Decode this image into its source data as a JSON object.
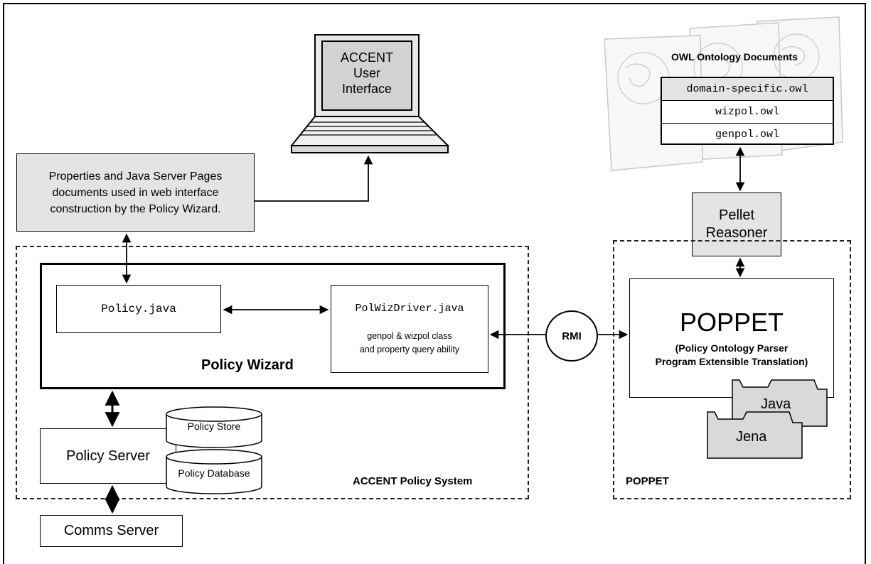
{
  "laptop": {
    "line1": "ACCENT",
    "line2": "User",
    "line3": "Interface"
  },
  "properties_box": {
    "line1": "Properties and Java Server Pages",
    "line2": "documents used in web interface",
    "line3": "construction by the Policy Wizard."
  },
  "owl": {
    "title": "OWL Ontology Documents",
    "files": [
      "domain-specific.owl",
      "wizpol.owl",
      "genpol.owl"
    ]
  },
  "pellet": {
    "line1": "Pellet",
    "line2": "Reasoner"
  },
  "policy_wizard": {
    "title": "Policy Wizard",
    "policy_java": "Policy.java",
    "driver_title": "PolWizDriver.java",
    "driver_line1": "genpol & wizpol class",
    "driver_line2": "and property query ability"
  },
  "rmi": "RMI",
  "poppet_main": {
    "title": "POPPET",
    "line1": "(Policy Ontology Parser",
    "line2": "Program Extensible Translation)",
    "folder_java": "Java",
    "folder_jena": "Jena"
  },
  "policy_server": "Policy Server",
  "policy_store": "Policy Store",
  "policy_database": "Policy Database",
  "accent_system_label": "ACCENT Policy System",
  "poppet_label": "POPPET",
  "comms_server": "Comms Server"
}
